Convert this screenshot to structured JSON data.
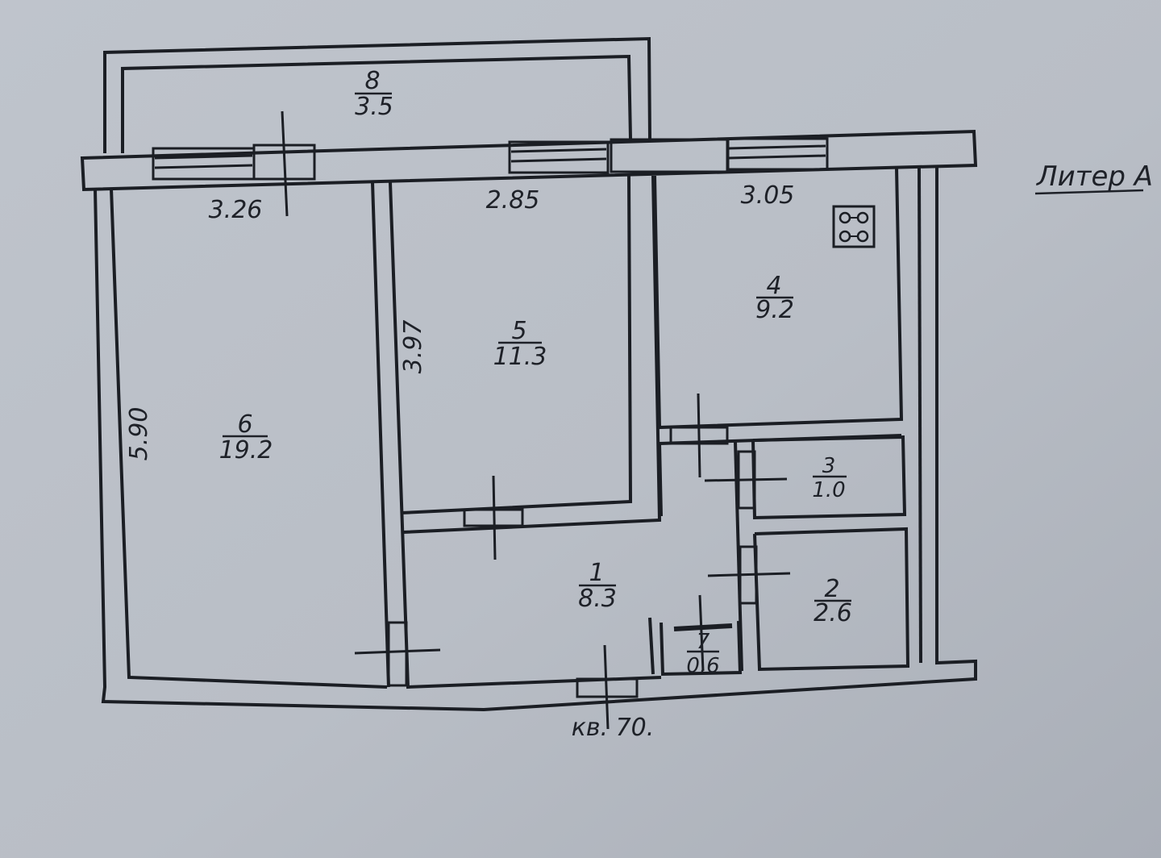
{
  "rooms": [
    {
      "num": "8",
      "area": "3.5"
    },
    {
      "num": "5",
      "area": "11.3"
    },
    {
      "num": "4",
      "area": "9.2"
    },
    {
      "num": "6",
      "area": "19.2"
    },
    {
      "num": "3",
      "area": "1.0"
    },
    {
      "num": "1",
      "area": "8.3"
    },
    {
      "num": "2",
      "area": "2.6"
    },
    {
      "num": "7",
      "area": "0.6"
    }
  ],
  "dimensions": {
    "width_room6": "3.26",
    "width_room5": "2.85",
    "width_room4": "3.05",
    "depth_room5": "3.97",
    "depth_room6": "5.90"
  },
  "liter_label": "Литер А",
  "apartment_label": "кв. 70.",
  "colors": {
    "paper": "#b7bcc4",
    "ink": "#1b1e24"
  },
  "icons": [
    "stove-icon"
  ]
}
